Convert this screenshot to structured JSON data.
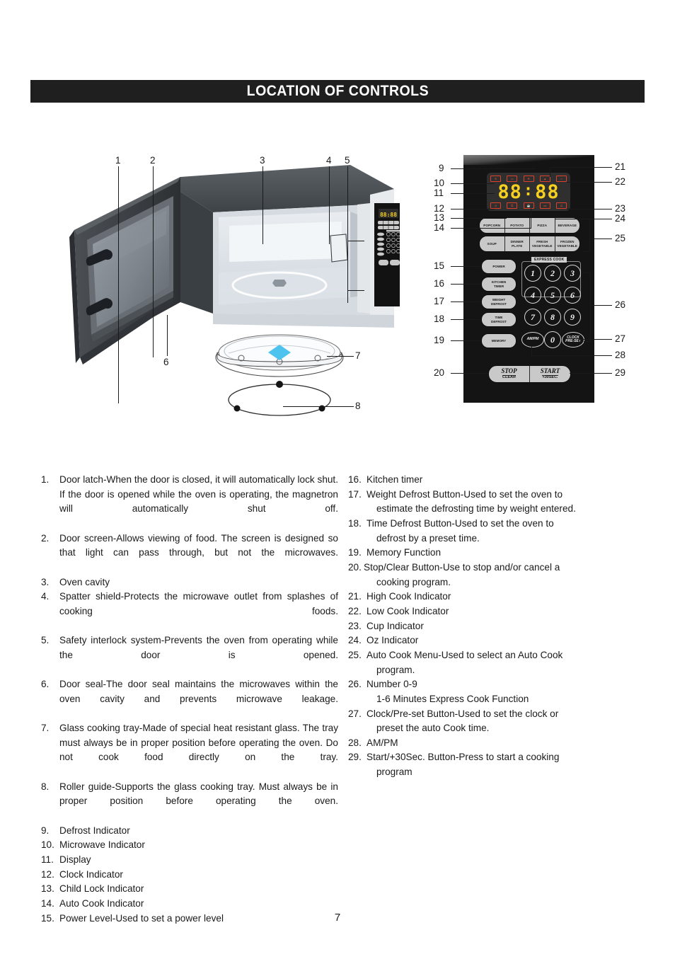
{
  "header": {
    "title": "LOCATION OF CONTROLS"
  },
  "page": {
    "number": "7"
  },
  "figure": {
    "oven_callouts": [
      "1",
      "2",
      "3",
      "4",
      "5",
      "6",
      "7",
      "8"
    ],
    "panel_callouts_left": [
      "9",
      "10",
      "11",
      "12",
      "13",
      "14",
      "15",
      "16",
      "17",
      "18",
      "19",
      "20"
    ],
    "panel_callouts_right": [
      "21",
      "22",
      "23",
      "24",
      "25",
      "26",
      "27",
      "28",
      "29"
    ]
  },
  "control_panel": {
    "display": {
      "digits": "88",
      "digits2": "88",
      "colon": ":"
    },
    "indicators_top": [
      "microwave-indicator",
      "low-cook-indicator",
      "defrost-indicator",
      "high-cook-indicator",
      "auto-cook-indicator"
    ],
    "indicators_bottom": [
      "clock-indicator",
      "child-lock-indicator",
      "cup-indicator",
      "oz-indicator",
      "weight-indicator"
    ],
    "auto_menu_row1": [
      "POPCORN",
      "POTATO",
      "PIZZA",
      "BEVERAGE"
    ],
    "auto_menu_row2": [
      {
        "l1": "SOUP",
        "l2": ""
      },
      {
        "l1": "DINNER",
        "l2": "PLATE"
      },
      {
        "l1": "FRESH",
        "l2": "VEGETABLE"
      },
      {
        "l1": "FROZEN",
        "l2": "VEGETABLE"
      }
    ],
    "function_buttons": [
      {
        "l1": "POWER",
        "l2": ""
      },
      {
        "l1": "KITCHEN",
        "l2": "TIMER"
      },
      {
        "l1": "WEIGHT",
        "l2": "DEFROST"
      },
      {
        "l1": "TIME",
        "l2": "DEFROST"
      },
      {
        "l1": "MEMORY",
        "l2": ""
      }
    ],
    "express_cook_label": "EXPRESS COOK",
    "number_keys": [
      "1",
      "2",
      "3",
      "4",
      "5",
      "6",
      "7",
      "8",
      "9",
      "0"
    ],
    "am_pm_key": {
      "l1": "AM/PM"
    },
    "clock_key": {
      "l1": "CLOCK",
      "l2": "PRE-SET"
    },
    "stop_button": {
      "top": "STOP",
      "bottom": "CLEAR"
    },
    "start_button": {
      "top": "START",
      "bottom": "+30SEC."
    }
  },
  "list_left": [
    {
      "num": "1.",
      "text": "Door latch-When the door is closed, it will automatically lock shut. If the door is opened while the oven is operating, the magnetron will automatically shut off."
    },
    {
      "num": "2.",
      "text": "Door screen-Allows viewing of food. The screen is designed so that light can pass through, but not the microwaves."
    },
    {
      "num": "3.",
      "text": "Oven cavity"
    },
    {
      "num": "4.",
      "text": "Spatter shield-Protects the microwave outlet from splashes of cooking foods."
    },
    {
      "num": "5.",
      "text": "Safety interlock system-Prevents the oven from operating while the door is opened."
    },
    {
      "num": "6.",
      "text": "Door seal-The door seal maintains the microwaves within the oven cavity and prevents microwave leakage."
    },
    {
      "num": "7.",
      "text": "Glass cooking tray-Made of special heat resistant glass. The tray must always be in proper position before operating the oven. Do not cook food directly on the tray."
    },
    {
      "num": "8.",
      "text": "Roller guide-Supports the glass cooking tray. Must always be in proper position before operating the oven."
    },
    {
      "num": "9.",
      "text": "Defrost Indicator"
    },
    {
      "num": "10.",
      "text": "Microwave Indicator"
    },
    {
      "num": "11.",
      "text": "Display"
    },
    {
      "num": "12.",
      "text": "Clock Indicator"
    },
    {
      "num": "13.",
      "text": "Child Lock Indicator"
    },
    {
      "num": "14.",
      "text": "Auto Cook Indicator"
    },
    {
      "num": "15.",
      "text": "Power Level-Used to set a power level"
    }
  ],
  "list_right": [
    {
      "num": "16.",
      "text": "Kitchen timer",
      "sub": ""
    },
    {
      "num": "17.",
      "text": "Weight Defrost Button-Used to set the oven to",
      "sub": "estimate the defrosting time by weight entered."
    },
    {
      "num": "18.",
      "text": "Time Defrost Button-Used to set the oven to",
      "sub": "defrost by a preset time."
    },
    {
      "num": "19.",
      "text": "Memory Function",
      "sub": ""
    },
    {
      "num": "20.",
      "text": "Stop/Clear Button-Use to stop and/or cancel a",
      "sub": "cooking program."
    },
    {
      "num": "21.",
      "text": "High Cook Indicator",
      "sub": ""
    },
    {
      "num": "22.",
      "text": "Low Cook Indicator",
      "sub": ""
    },
    {
      "num": "23.",
      "text": "Cup Indicator",
      "sub": ""
    },
    {
      "num": "24.",
      "text": "Oz Indicator",
      "sub": ""
    },
    {
      "num": "25.",
      "text": "Auto Cook Menu-Used to select an Auto Cook",
      "sub": "program."
    },
    {
      "num": "26.",
      "text": "Number 0-9",
      "sub": "1-6 Minutes Express Cook Function"
    },
    {
      "num": "27.",
      "text": "Clock/Pre-set Button-Used to set the clock or",
      "sub": "preset the auto Cook time."
    },
    {
      "num": "28.",
      "text": "AM/PM",
      "sub": ""
    },
    {
      "num": "29.",
      "text": "Start/+30Sec. Button-Press to start a cooking",
      "sub": "program"
    }
  ],
  "colors": {
    "banner_bg": "#201f1f",
    "panel_bg": "#141414",
    "display_bg": "#2f2f2f",
    "digit_color": "#f5d020",
    "indicator_color": "#e03f2a",
    "button_face": "#c9c9c9",
    "tray_marker": "#4ec3ee"
  }
}
